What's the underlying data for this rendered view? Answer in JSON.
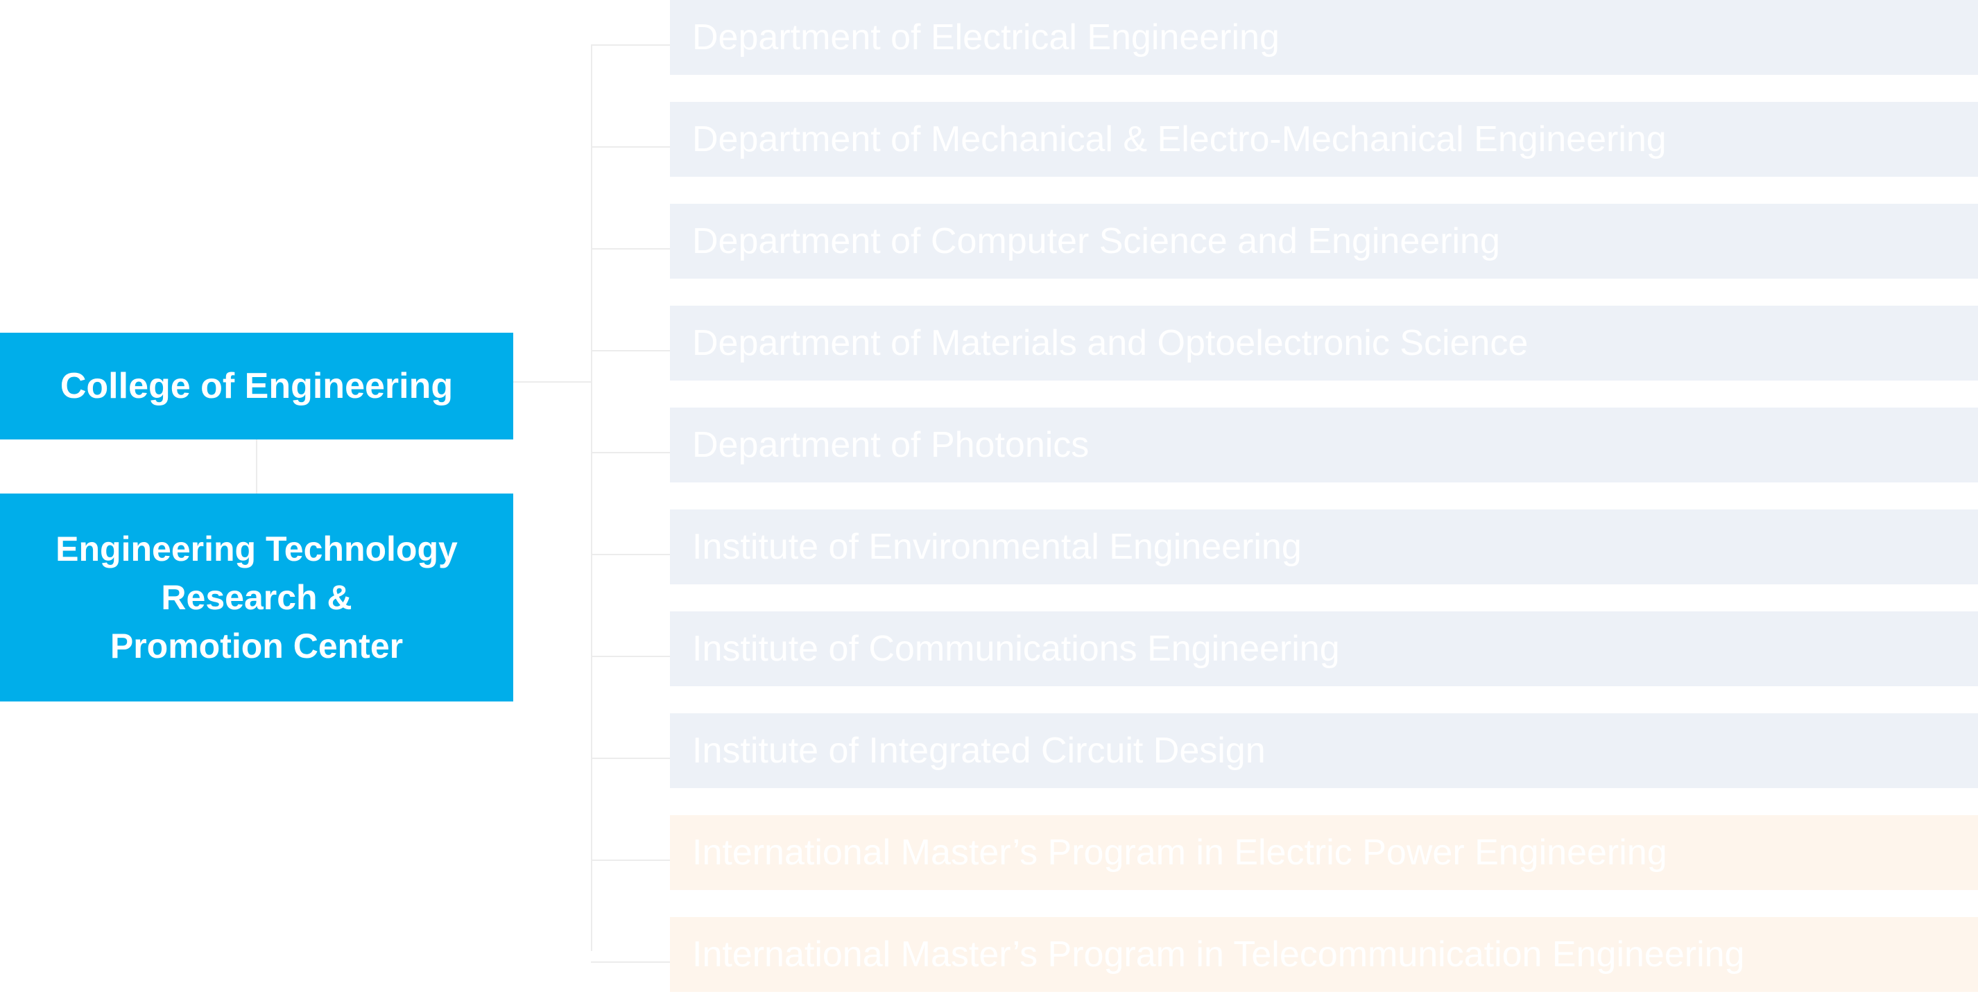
{
  "diagram": {
    "root": {
      "label": "College of Engineering"
    },
    "sub": {
      "lines": [
        "Engineering Technology",
        "Research &",
        "Promotion Center"
      ]
    },
    "children": [
      {
        "label": "Department of Electrical Engineering",
        "kind": "dept"
      },
      {
        "label": "Department of Mechanical & Electro-Mechanical Engineering",
        "kind": "dept"
      },
      {
        "label": "Department of Computer Science and Engineering",
        "kind": "dept"
      },
      {
        "label": "Department of Materials and Optoelectronic Science",
        "kind": "dept"
      },
      {
        "label": "Department of Photonics",
        "kind": "dept"
      },
      {
        "label": "Institute of Environmental Engineering",
        "kind": "dept"
      },
      {
        "label": "Institute of Communications Engineering",
        "kind": "dept"
      },
      {
        "label": "Institute of Integrated Circuit Design",
        "kind": "dept"
      },
      {
        "label": "International Master’s Program in Electric Power Engineering",
        "kind": "intl"
      },
      {
        "label": "International Master’s Program in Telecommunication Engineering",
        "kind": "intl"
      }
    ],
    "colors": {
      "primary": "#00aeea",
      "dept_bg": "#edf1f7",
      "intl_bg": "#fef5ec",
      "connector": "#ececec",
      "text_on_primary": "#ffffff"
    }
  }
}
